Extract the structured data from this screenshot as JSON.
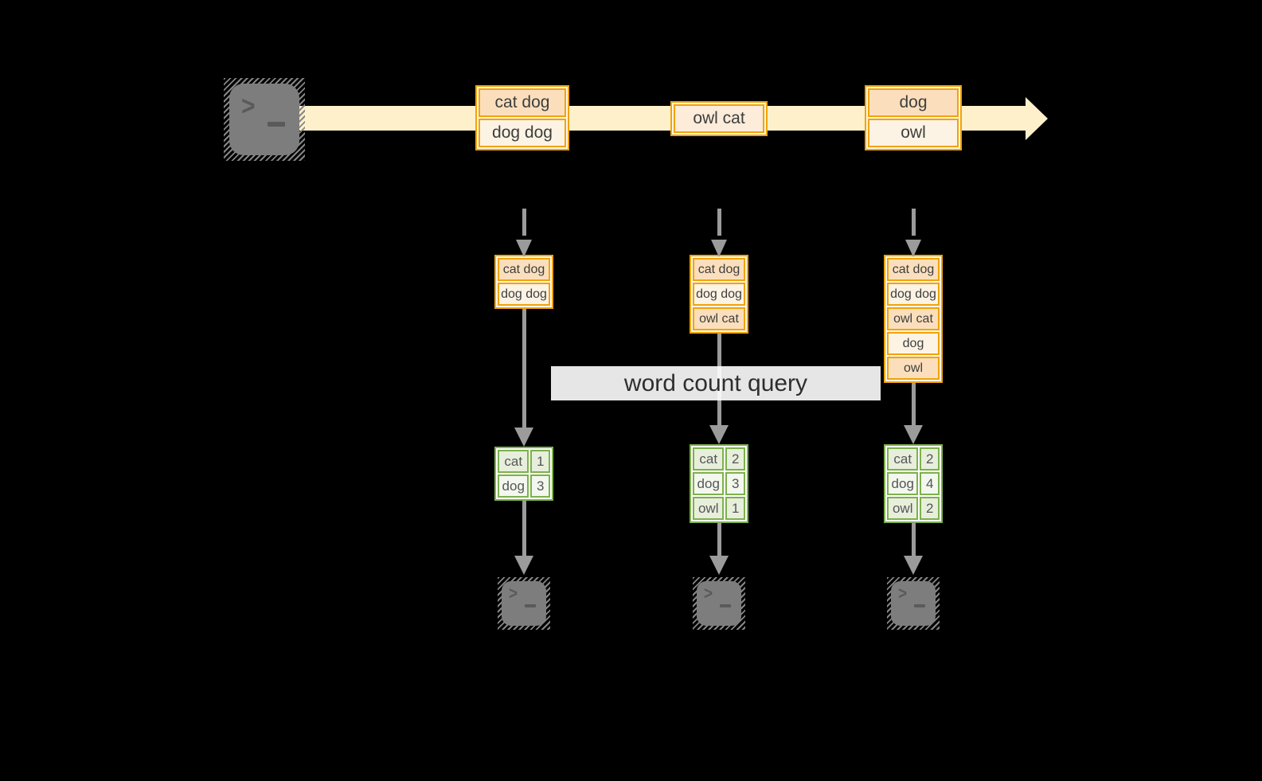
{
  "colors": {
    "stream_band": "#fdf0ca",
    "orange_border": "#f0a30a",
    "peach_fill": "#fbdfbd",
    "cream_fill": "#fdf3e4",
    "green_border": "#7db14c",
    "green_fill": "#e7efdc",
    "arrow_gray": "#9b9b9b",
    "terminal_gray": "#7d7d7d"
  },
  "stream": {
    "batches": [
      {
        "rows": [
          "cat dog",
          "dog dog"
        ]
      },
      {
        "rows": [
          "owl cat"
        ]
      },
      {
        "rows": [
          "dog",
          "owl"
        ]
      }
    ]
  },
  "stacks": [
    {
      "rows": [
        "cat dog",
        "dog dog"
      ]
    },
    {
      "rows": [
        "cat dog",
        "dog dog",
        "owl cat"
      ]
    },
    {
      "rows": [
        "cat dog",
        "dog dog",
        "owl cat",
        "dog",
        "owl"
      ]
    }
  ],
  "query": {
    "label": "word count query"
  },
  "tables": [
    {
      "rows": [
        [
          "cat",
          "1"
        ],
        [
          "dog",
          "3"
        ]
      ]
    },
    {
      "rows": [
        [
          "cat",
          "2"
        ],
        [
          "dog",
          "3"
        ],
        [
          "owl",
          "1"
        ]
      ]
    },
    {
      "rows": [
        [
          "cat",
          "2"
        ],
        [
          "dog",
          "4"
        ],
        [
          "owl",
          "2"
        ]
      ]
    }
  ],
  "icons": {
    "source_terminal": "terminal-icon",
    "output_terminal": "terminal-icon",
    "prompt_chevron": ">"
  }
}
